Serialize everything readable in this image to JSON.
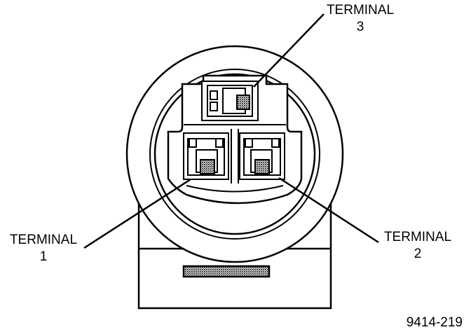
{
  "labels": {
    "terminal_3": {
      "line1": "TERMINAL",
      "line2": "3"
    },
    "terminal_1": {
      "line1": "TERMINAL",
      "line2": "1"
    },
    "terminal_2": {
      "line1": "TERMINAL",
      "line2": "2"
    }
  },
  "figure_id": "9414-219",
  "colors": {
    "ink": "#000000",
    "paper": "#ffffff",
    "shade": "#bdbdbd"
  }
}
